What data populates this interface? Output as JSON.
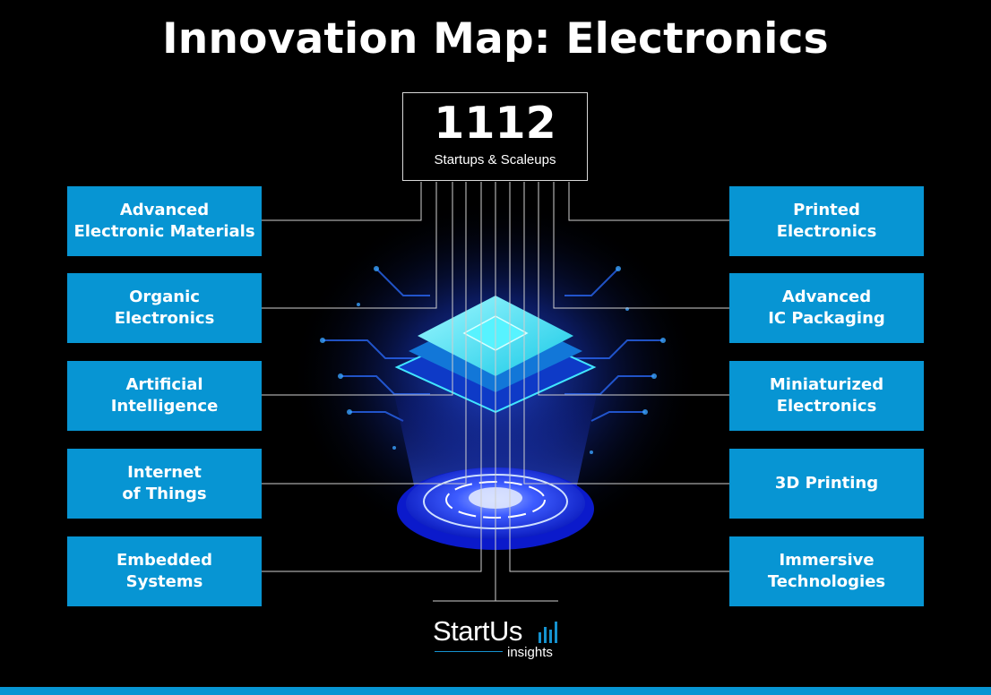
{
  "title": "Innovation Map: Electronics",
  "summary": {
    "count": "1112",
    "label": "Startups & Scaleups"
  },
  "topics_left": [
    "Advanced\nElectronic Materials",
    "Organic\nElectronics",
    "Artificial\nIntelligence",
    "Internet\nof Things",
    "Embedded\nSystems"
  ],
  "topics_right": [
    "Printed\nElectronics",
    "Advanced\nIC Packaging",
    "Miniaturized\nElectronics",
    "3D Printing",
    "Immersive\nTechnologies"
  ],
  "logo": {
    "word": "StartUs",
    "sub": "insights"
  },
  "colors": {
    "background": "#000000",
    "topic_box": "#0795d3",
    "chip_cyan": "#2fe6f0",
    "glow_blue": "#1f4cff",
    "line": "#cfcfcf"
  }
}
